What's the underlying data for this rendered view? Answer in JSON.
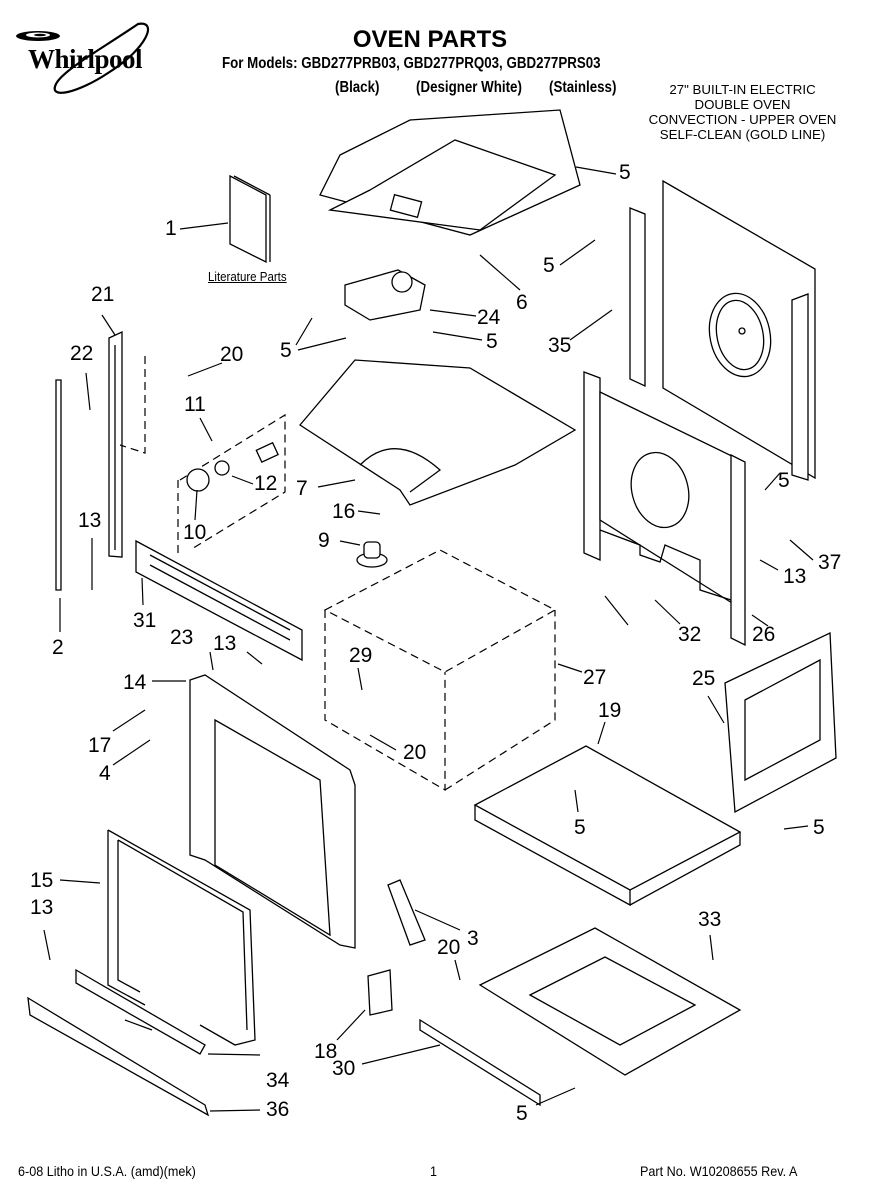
{
  "header": {
    "brand": "Whirlpool",
    "title": "OVEN PARTS",
    "models_line": "For Models: GBD277PRB03, GBD277PRQ03, GBD277PRS03",
    "variants": [
      "(Black)",
      "(Designer White)",
      "(Stainless)"
    ],
    "description": [
      "27\" BUILT-IN ELECTRIC",
      "DOUBLE OVEN",
      "CONVECTION - UPPER OVEN",
      "SELF-CLEAN (GOLD LINE)"
    ]
  },
  "diagram": {
    "literature_label": "Literature Parts",
    "callouts": [
      "1",
      "5",
      "5",
      "6",
      "35",
      "21",
      "24",
      "5",
      "5",
      "22",
      "20",
      "11",
      "12",
      "7",
      "16",
      "10",
      "9",
      "13",
      "37",
      "2",
      "31",
      "13",
      "23",
      "13",
      "29",
      "27",
      "14",
      "5",
      "32",
      "26",
      "25",
      "17",
      "19",
      "4",
      "20",
      "5",
      "5",
      "15",
      "3",
      "13",
      "33",
      "20",
      "18",
      "30",
      "34",
      "36",
      "5"
    ]
  },
  "footer": {
    "left": "6-08 Litho in U.S.A. (amd)(mek)",
    "page": "1",
    "right": "Part No. W10208655 Rev. A"
  }
}
